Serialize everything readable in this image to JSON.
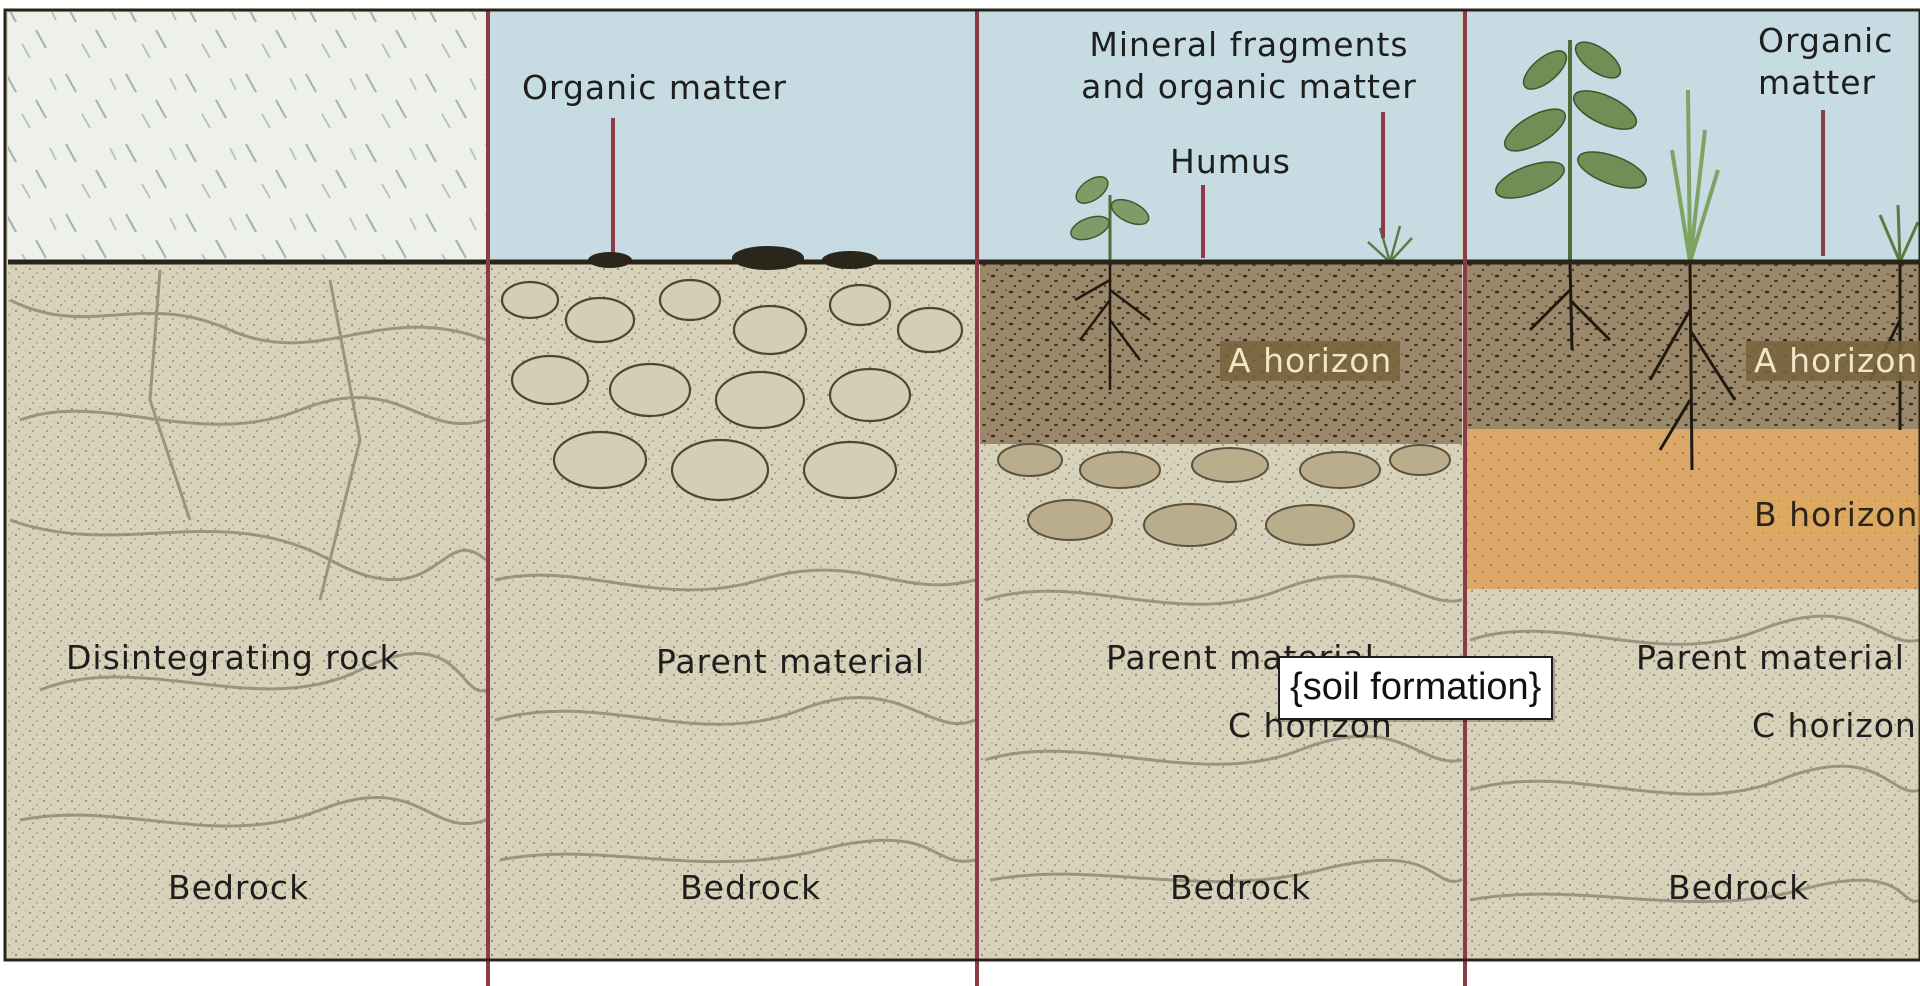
{
  "panels": [
    {
      "id": "panel-1",
      "labels": {
        "disintegrating_rock": "Disintegrating rock",
        "bedrock": "Bedrock"
      }
    },
    {
      "id": "panel-2",
      "labels": {
        "organic_matter": "Organic matter",
        "parent_material": "Parent material",
        "bedrock": "Bedrock"
      }
    },
    {
      "id": "panel-3",
      "labels": {
        "mineral_fragments_line1": "Mineral fragments",
        "mineral_fragments_line2": "and organic matter",
        "humus": "Humus",
        "a_horizon": "A horizon",
        "parent_material": "Parent material",
        "c_horizon": "C horizon",
        "bedrock": "Bedrock"
      }
    },
    {
      "id": "panel-4",
      "labels": {
        "organic_line1": "Organic",
        "organic_line2": "matter",
        "a_horizon": "A horizon",
        "b_horizon": "B horizon",
        "parent_material": "Parent material",
        "c_horizon": "C horizon",
        "bedrock": "Bedrock"
      }
    }
  ],
  "tooltip": {
    "text": "{soil formation}"
  },
  "colors": {
    "sky": "#c6dbe2",
    "rain_sky": "#eef0ea",
    "rock": "#d8d2bb",
    "topsoil": "#9b876a",
    "subsoil_b": "#dba86a",
    "divider": "#8a3b45",
    "pointer": "#8e3a48",
    "ground_line": "#2a2418",
    "plant": "#6f8f56"
  }
}
